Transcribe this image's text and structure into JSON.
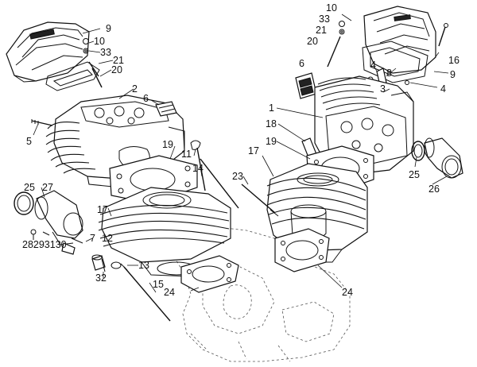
{
  "diagram": {
    "callouts": [
      {
        "id": "left-9",
        "text": "9"
      },
      {
        "id": "left-10",
        "text": "10"
      },
      {
        "id": "left-33",
        "text": "33"
      },
      {
        "id": "left-21",
        "text": "21"
      },
      {
        "id": "left-20",
        "text": "20"
      },
      {
        "id": "left-2",
        "text": "2"
      },
      {
        "id": "left-6",
        "text": "6"
      },
      {
        "id": "left-5",
        "text": "5"
      },
      {
        "id": "left-19",
        "text": "19"
      },
      {
        "id": "left-11",
        "text": "11"
      },
      {
        "id": "left-14",
        "text": "14"
      },
      {
        "id": "left-25",
        "text": "25"
      },
      {
        "id": "left-27",
        "text": "27"
      },
      {
        "id": "left-17",
        "text": "17"
      },
      {
        "id": "left-28293130",
        "text": "28293130"
      },
      {
        "id": "left-7",
        "text": "7"
      },
      {
        "id": "left-12",
        "text": "12"
      },
      {
        "id": "left-13",
        "text": "13"
      },
      {
        "id": "left-32",
        "text": "32"
      },
      {
        "id": "left-15",
        "text": "15"
      },
      {
        "id": "left-24",
        "text": "24"
      },
      {
        "id": "mid-23",
        "text": "23"
      },
      {
        "id": "right-10",
        "text": "10"
      },
      {
        "id": "right-33",
        "text": "33"
      },
      {
        "id": "right-21",
        "text": "21"
      },
      {
        "id": "right-20",
        "text": "20"
      },
      {
        "id": "right-16",
        "text": "16"
      },
      {
        "id": "right-6",
        "text": "6"
      },
      {
        "id": "right-4a",
        "text": "4"
      },
      {
        "id": "right-8",
        "text": "8"
      },
      {
        "id": "right-9",
        "text": "9"
      },
      {
        "id": "right-3",
        "text": "3"
      },
      {
        "id": "right-4b",
        "text": "4"
      },
      {
        "id": "right-1",
        "text": "1"
      },
      {
        "id": "right-18",
        "text": "18"
      },
      {
        "id": "right-19",
        "text": "19"
      },
      {
        "id": "right-17",
        "text": "17"
      },
      {
        "id": "right-25",
        "text": "25"
      },
      {
        "id": "right-26",
        "text": "26"
      },
      {
        "id": "right-24",
        "text": "24"
      }
    ]
  }
}
